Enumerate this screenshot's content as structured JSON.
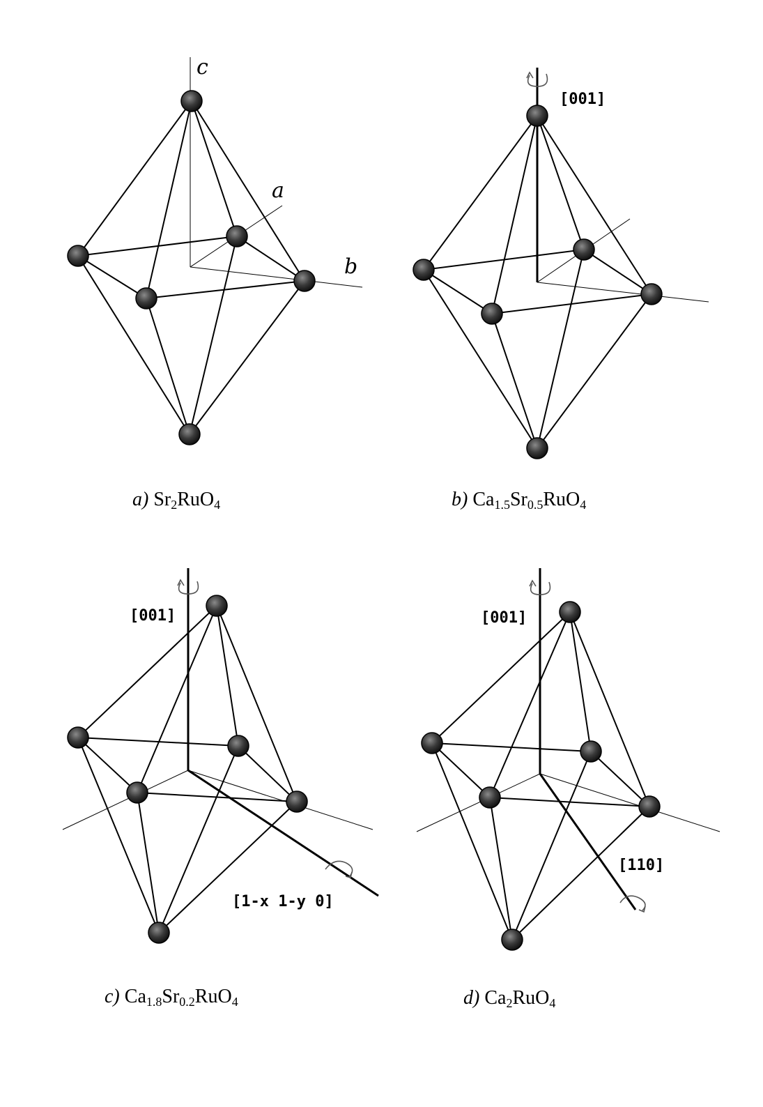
{
  "panels": [
    {
      "id": "a",
      "caption": {
        "letter": "a)",
        "parts": [
          {
            "t": "Sr"
          },
          {
            "t": "2",
            "sub": true
          },
          {
            "t": "RuO"
          },
          {
            "t": "4",
            "sub": true
          }
        ]
      },
      "axis_labels": {
        "c": "c",
        "a": "a",
        "b": "b"
      }
    },
    {
      "id": "b",
      "caption": {
        "letter": "b)",
        "parts": [
          {
            "t": "Ca"
          },
          {
            "t": "1.5",
            "sub": true
          },
          {
            "t": "Sr"
          },
          {
            "t": "0.5",
            "sub": true
          },
          {
            "t": "RuO"
          },
          {
            "t": "4",
            "sub": true
          }
        ]
      },
      "direction_labels": [
        "[001]"
      ]
    },
    {
      "id": "c",
      "caption": {
        "letter": "c)",
        "parts": [
          {
            "t": "Ca"
          },
          {
            "t": "1.8",
            "sub": true
          },
          {
            "t": "Sr"
          },
          {
            "t": "0.2",
            "sub": true
          },
          {
            "t": "RuO"
          },
          {
            "t": "4",
            "sub": true
          }
        ]
      },
      "direction_labels": [
        "[001]",
        "[1-x 1-y 0]"
      ]
    },
    {
      "id": "d",
      "caption": {
        "letter": "d)",
        "parts": [
          {
            "t": "Ca"
          },
          {
            "t": "2",
            "sub": true
          },
          {
            "t": "RuO"
          },
          {
            "t": "4",
            "sub": true
          }
        ]
      },
      "direction_labels": [
        "[001]",
        "[110]"
      ]
    }
  ],
  "colors": {
    "atom_fill": "#3a3a3a",
    "line": "#000000",
    "rotation_arrow": "#555555"
  },
  "icons": {
    "atom": "sphere-icon",
    "rotation": "rotation-arrow-icon"
  }
}
